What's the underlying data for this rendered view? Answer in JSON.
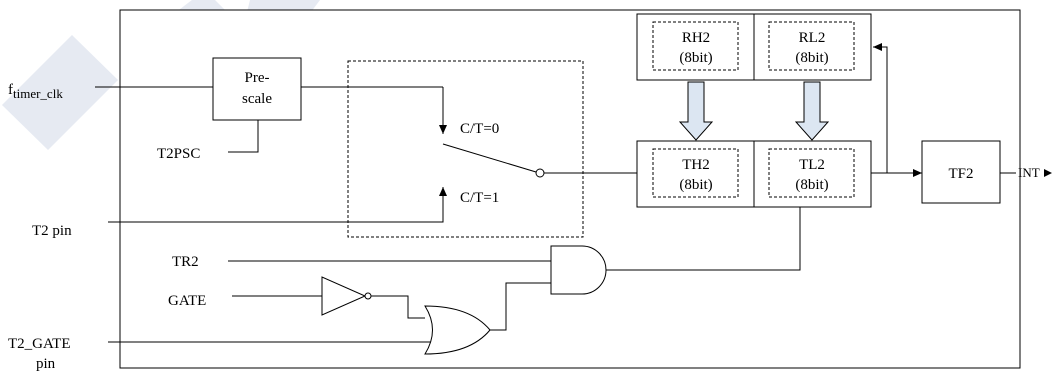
{
  "inputs": {
    "ftimer_main": "f",
    "ftimer_sub": "timer_clk",
    "t2psc": "T2PSC",
    "t2pin": "T2 pin",
    "tr2": "TR2",
    "gate": "GATE",
    "t2gate_line1": "T2_GATE",
    "t2gate_line2": "pin"
  },
  "blocks": {
    "prescale_line1": "Pre-",
    "prescale_line2": "scale",
    "rh2": "RH2",
    "rl2": "RL2",
    "th2": "TH2",
    "tl2": "TL2",
    "bits": "(8bit)",
    "tf2": "TF2"
  },
  "switch": {
    "ct0": "C/T=0",
    "ct1": "C/T=1"
  },
  "outputs": {
    "int": "INT"
  }
}
